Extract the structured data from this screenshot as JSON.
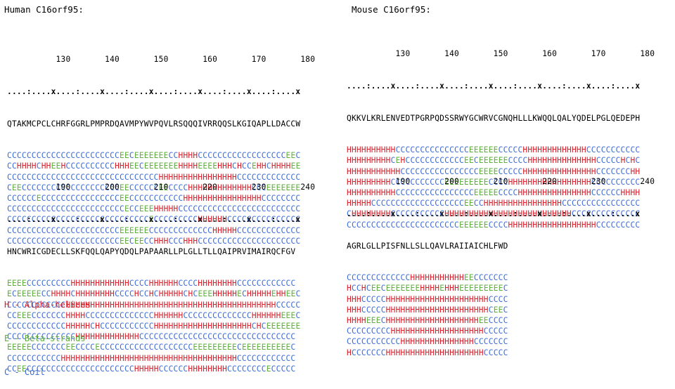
{
  "human": {
    "title": "Human C16orf95:",
    "block1": {
      "numbers": "          130       140       150       160       170       180",
      "ticks": "....:....x....:....x....:....x....:....x....:....x....:....x",
      "sequence": "QTAKMCPCLCHRFGGRLPMPRDQAVMPYWVPQVLRSQQQIVRRQQSLKGIQAPLLDACCW",
      "predictions": [
        "CCCCCCCCCCCCCCCCCCCCCCCEECEEEEEEECCHHHHCCCCCCCCCCCCCCCCCCEEC",
        "CCHHHHCHHEEHCCCCCCCCCCHHHEECEEEEEEEHHHHEEEEHHHCHCCEHHCHHHHEE",
        "CCCCCCCCCCCCCCCCCCCCCCCCCCCCCCCHHHHHHHHHHHHHHHHCCCCCCCCCCCCC",
        "CEECCCCCCCCCCCCCCCCCCCCEECCCCCCEECCCCHHHHHHHHHHHHHCCCEEEEEEE",
        "CCCCCCECCCCCCCCCCCCCCCCEECCCCCCCCCCCHHHHHHHHHHHHHHHHCCCCCCCC",
        "CCCCCCCCCCCCCCCCCCCCCCCCECCEEEHHHHHCCCCCCCCCCCCCCCCCCCCCCCCC",
        "CCCCCCCCCCCCCCCCCCCCCCCCCCCCCECCCCCCCCCHHHHHHCCCCCCCCCCCCCCC",
        "CCCCCCCCCCCCCCCCCCCCCCCEEEEEECCCCCCCCCCCCCHHHHHCCCCCCCCCCCCC",
        "CCCCCCCCCCCCCCCCCCCCCCCEECEECCHHHCCCHHHCCCCCCCCCCCCCCCCCCCCC"
      ]
    },
    "block2": {
      "numbers": "          190       200       210       220       230       240",
      "ticks": "....:....x....:....x....:....x....:....x....:....x....:....x",
      "sequence": "HNCWRICGDECLLSKFQQLQAPYQDQLPAPAARLLPLGLLTLLQAIPRVIMAIRQCFGV",
      "predictions": [
        "EEEECCCCCCCCCHHHHHHHHHHHHCCCCHHHHHHCCCCHHHHHHHHCCCCCCCCCCCC",
        "ECEEEEECCHHHHCHHHHHHHHCCCCHCCHCHHHHHCHCEEEHHHHHECHHHHHEHHEEC",
        "CCCCCCCCCCCCHHHHHHHHHHHHHHHHHHHHHHHHHHHHHHHHHHHHHHHHHHHCCCCC",
        "CCEEECCCCCCCHHHHCCCCCCCCCCCCCCHHHHHHCCCCCCCCCCCCCCHHHHHHEEEC",
        "CCCCCCCCCCCCHHHHHCHCCCCCCCCCCCHHHHHHHHHHHHHHHHHHHHCHCEEEEEEE",
        "CCCCCCCCCCCCCCHHHHHHHHHHHHHCCCCCCCCCCCCCCCCCCCCCCCCCCCCCCCC",
        "EEEEECCCCCCCEECCCCECCCCCCCCCCCCCCCCCCCEEEEEEEEECEEEEEEEEEEC",
        "CCCCCCCCCCCHHHHHHHHHHHHHHHHHHHHHHHHHHHHHHHHHHHHCCCCCCCCCCCC",
        "CCEECCCCCCCCCCCCCCCCCCCCCCHHHHHCCCCCCHHHHHHHHCCCCCCCCECCCCC"
      ]
    }
  },
  "mouse": {
    "title": "Mouse C16orf95:",
    "block1": {
      "numbers": "          130       140       150       160       170       180",
      "ticks": "....:....x....:....x....:....x....:....x....:....x....:....x",
      "sequence": "QKKVLKRLENVEDTPGRPQDSSRWYGCWRVCGNQHLLLKWQQLQALYQDELPGLQEDEPH",
      "predictions": [
        "HHHHHHHHHHCCCCCCCCCCCCCCCEEEEEECCCCCHHHHHHHHHHHHHCCCCCCCCCCC",
        "HHHHHHHHHCEHCCCCCCCCCCCCEECEEEEEECCCCHHHHHHHHHHHHHHCCCCCHCHC",
        "HHHHHHHHHHHCCCCCCCCCCCCCCCCEEEECCCCCHHHHHHHHHHHHHHHCCCCCCCHH",
        "HHHHHHHHHCCCCCCCCCCCEEEEEEEEECCCCHHHHHHHHHHHHHHHHHCCCCCCCCCC",
        "HHHHHHHHHHCCCCCCCCCCCCCCCCEEEEECCCCHHHHHHHHHHHHHHHCCCCCCHHHH",
        "HHHHHCCCCCCCCCCCCCCCCCCCEECCHHHHHHHHHHHHHHHHCCCCCCCCCCCCCCCC",
        "CHHHHHHHHCCCCCCCCCCCHHHHHHHHHHHHHHHHHHHHHHHHHHCCCCCCCCCCCCCC",
        "CCCCCCCCCCCCCCCCCCCCCCCEEEEEECCCCHHHHHHHHHHHHHHHHHHCCCCCCCCC"
      ]
    },
    "block2": {
      "numbers": "          190       200       210       220       230       240",
      "ticks": "....:....x....:....x....:....x....:....x....:....x....:....x",
      "sequence": "AGRLGLLPISFNLLSLLQAVLRAIIAICHLFWD",
      "predictions": [
        "CCCCCCCCCCCCCHHHHHHHHHHHEECCCCCCC",
        "HCCHCEECEEEEEEEHHHHEHHHEEEEEEEEEC",
        "HHHCCCCCHHHHHHHHHHHHHHHHHHHHHCCCC",
        "HHHCCCCCHHHHHHHHHHHHHHHHHHHHHCEEC",
        "HHHHEEECHHHHHHHHHHHHHHHHHHHEECCCC",
        "CCCCCCCCCHHHHHHHHHHHHHHHHHHHCCCCC",
        "CCCCCCCCCCCHHHHHHHHHHHHHHHCCCCCCC",
        "HCCCCCCCHHHHHHHHHHHHHHHHHHHHCCCCC"
      ]
    }
  },
  "legend": {
    "alpha": "H - Alpha-helices",
    "beta": "E - Beta-strands",
    "coil": "C - Coil"
  }
}
